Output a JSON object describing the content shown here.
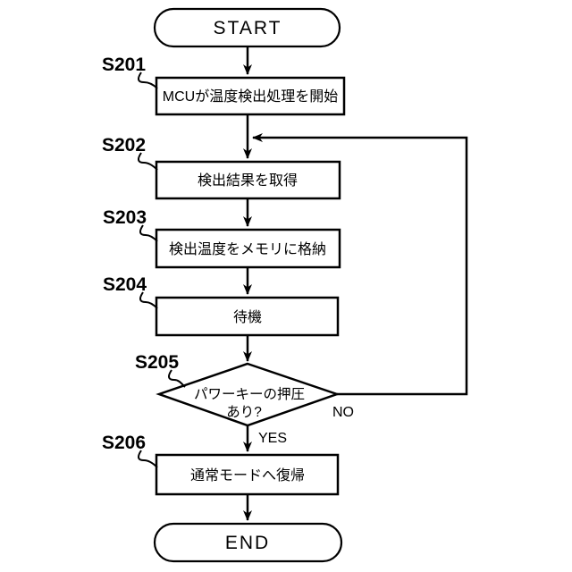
{
  "figure": {
    "type": "flowchart",
    "background": "#ffffff",
    "line_color": "#000000",
    "nodes": [
      {
        "id": "start",
        "type": "terminator",
        "label": "START"
      },
      {
        "id": "s201",
        "step": "S201",
        "type": "process",
        "label": "MCUが温度検出処理を開始"
      },
      {
        "id": "s202",
        "step": "S202",
        "type": "process",
        "label": "検出結果を取得"
      },
      {
        "id": "s203",
        "step": "S203",
        "type": "process",
        "label": "検出温度をメモリに格納"
      },
      {
        "id": "s204",
        "step": "S204",
        "type": "process",
        "label": "待機"
      },
      {
        "id": "s205",
        "step": "S205",
        "type": "decision",
        "label_line1": "パワーキーの押圧",
        "label_line2": "あり?"
      },
      {
        "id": "s206",
        "step": "S206",
        "type": "process",
        "label": "通常モードへ復帰"
      },
      {
        "id": "end",
        "type": "terminator",
        "label": "END"
      }
    ],
    "branch_labels": {
      "yes": "YES",
      "no": "NO"
    }
  }
}
